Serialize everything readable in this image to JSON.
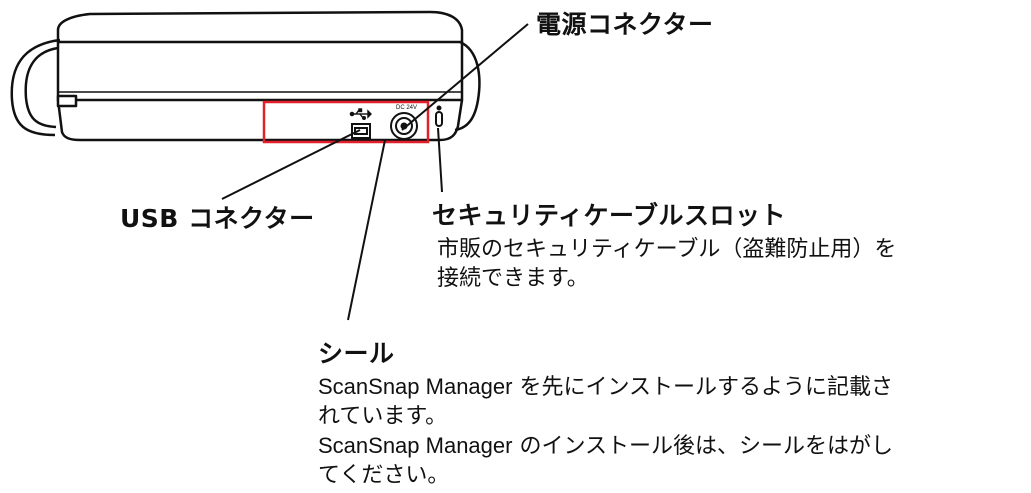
{
  "labels": {
    "power_connector": "電源コネクター",
    "usb_connector": "USB コネクター",
    "security_slot": {
      "title": "セキュリティケーブルスロット",
      "line1": "市販のセキュリティケーブル（盗難防止用）を",
      "line2": "接続できます。"
    },
    "seal": {
      "title": "シール",
      "line1_latin": "ScanSnap Manager",
      "line1_rest": " を先にインストールするように記載さ",
      "line2": "れています。",
      "line3_latin": "ScanSnap Manager",
      "line3_rest": " のインストール後は、シールをはがし",
      "line4": "てください。"
    }
  },
  "device_marks": {
    "dc_in_label": "DC 24V"
  },
  "colors": {
    "line": "#111111",
    "highlight": "#e0202a"
  }
}
